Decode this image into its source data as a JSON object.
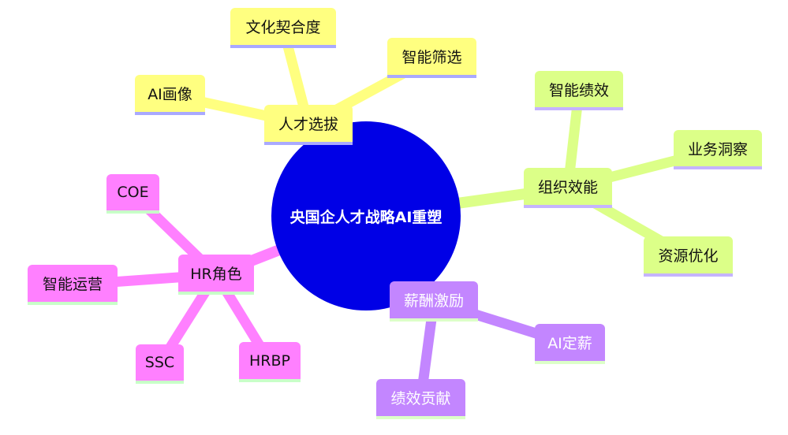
{
  "center": {
    "label": "央国企人才战略AI重塑",
    "color": "#0000e6"
  },
  "branches": [
    {
      "label": "人才选拔",
      "color": "#ffff80",
      "children": [
        "文化契合度",
        "智能筛选",
        "AI画像"
      ]
    },
    {
      "label": "组织效能",
      "color": "#dcff88",
      "children": [
        "智能绩效",
        "业务洞察",
        "资源优化"
      ]
    },
    {
      "label": "薪酬激励",
      "color": "#c386ff",
      "children": [
        "AI定薪",
        "绩效贡献"
      ]
    },
    {
      "label": "HR角色",
      "color": "#ff80ff",
      "children": [
        "COE",
        "智能运营",
        "SSC",
        "HRBP"
      ]
    }
  ]
}
